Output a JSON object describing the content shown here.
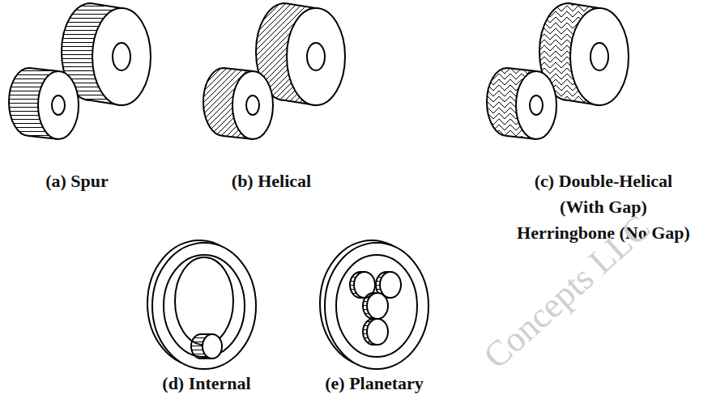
{
  "diagram": {
    "labels": [
      "(a) Spur",
      "(b) Helical",
      "(c) Double-Helical (With Gap)",
      "Herringbone (No Gap)",
      "(d) Internal",
      "(e) Planetary",
      "Concepts LLC"
    ]
  }
}
